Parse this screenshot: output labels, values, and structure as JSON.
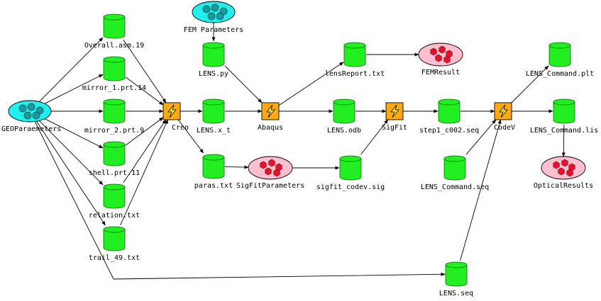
{
  "nodes": [
    {
      "id": "geo",
      "type": "input",
      "label": "GEOParaemeters"
    },
    {
      "id": "fem",
      "type": "input",
      "label": "FEM Parameters"
    },
    {
      "id": "overall",
      "type": "file",
      "label": "Overall.asm.19"
    },
    {
      "id": "mirror1",
      "type": "file",
      "label": "mirror_1.prt.14"
    },
    {
      "id": "mirror2",
      "type": "file",
      "label": "mirror_2.prt.9"
    },
    {
      "id": "shell",
      "type": "file",
      "label": "shell.prt.11"
    },
    {
      "id": "relation",
      "type": "file",
      "label": "relation.txt"
    },
    {
      "id": "trail",
      "type": "file",
      "label": "trail_49.txt"
    },
    {
      "id": "creo",
      "type": "process",
      "label": "Creo"
    },
    {
      "id": "lenspy",
      "type": "file",
      "label": "LENS.py"
    },
    {
      "id": "lensxt",
      "type": "file",
      "label": "LENS.x_t"
    },
    {
      "id": "paras",
      "type": "file",
      "label": "paras.txt"
    },
    {
      "id": "sigfitparams",
      "type": "output",
      "label": "SigFitParameters"
    },
    {
      "id": "abaqus",
      "type": "process",
      "label": "Abaqus"
    },
    {
      "id": "lensreport",
      "type": "file",
      "label": "lensReport.txt"
    },
    {
      "id": "femresult",
      "type": "output",
      "label": "FEMResult"
    },
    {
      "id": "lensodb",
      "type": "file",
      "label": "LENS.odb"
    },
    {
      "id": "sigfitcodev",
      "type": "file",
      "label": "sigfit_codev.sig"
    },
    {
      "id": "sigfit",
      "type": "process",
      "label": "SigFit"
    },
    {
      "id": "step1",
      "type": "file",
      "label": "step1_c002.seq"
    },
    {
      "id": "lenscmdseq",
      "type": "file",
      "label": "LENS_Command.seq"
    },
    {
      "id": "codev",
      "type": "process",
      "label": "CodeV"
    },
    {
      "id": "lenscmdplt",
      "type": "file",
      "label": "LENS_Command.plt"
    },
    {
      "id": "lenscmdlis",
      "type": "file",
      "label": "LENS_Command.lis"
    },
    {
      "id": "opticalresults",
      "type": "output",
      "label": "OpticalResults"
    },
    {
      "id": "lensseq",
      "type": "file",
      "label": "LENS.seq"
    }
  ],
  "edges": [
    [
      "geo",
      "overall"
    ],
    [
      "geo",
      "mirror1"
    ],
    [
      "geo",
      "mirror2"
    ],
    [
      "geo",
      "shell"
    ],
    [
      "geo",
      "relation"
    ],
    [
      "geo",
      "trail"
    ],
    [
      "geo",
      "lensseq"
    ],
    [
      "overall",
      "creo"
    ],
    [
      "mirror1",
      "creo"
    ],
    [
      "mirror2",
      "creo"
    ],
    [
      "shell",
      "creo"
    ],
    [
      "relation",
      "creo"
    ],
    [
      "trail",
      "creo"
    ],
    [
      "creo",
      "lensxt"
    ],
    [
      "creo",
      "paras"
    ],
    [
      "fem",
      "lenspy"
    ],
    [
      "lenspy",
      "abaqus"
    ],
    [
      "lensxt",
      "abaqus"
    ],
    [
      "paras",
      "sigfitparams"
    ],
    [
      "sigfitparams",
      "sigfitcodev"
    ],
    [
      "abaqus",
      "lensreport"
    ],
    [
      "lensreport",
      "femresult"
    ],
    [
      "abaqus",
      "lensodb"
    ],
    [
      "lensodb",
      "sigfit"
    ],
    [
      "sigfitcodev",
      "sigfit"
    ],
    [
      "sigfit",
      "step1"
    ],
    [
      "step1",
      "codev"
    ],
    [
      "lenscmdseq",
      "codev"
    ],
    [
      "lensseq",
      "codev"
    ],
    [
      "codev",
      "lenscmdplt"
    ],
    [
      "codev",
      "lenscmdlis"
    ],
    [
      "lenscmdlis",
      "opticalresults"
    ]
  ],
  "colors": {
    "file": "#22ee22",
    "file_stroke": "#0a6a0a",
    "input": "#22eeee",
    "input_stroke": "#0a6a9a",
    "output": "#ffbfcf",
    "output_stroke": "#b03050",
    "process": "#ffaa11",
    "edge": "#000000"
  }
}
